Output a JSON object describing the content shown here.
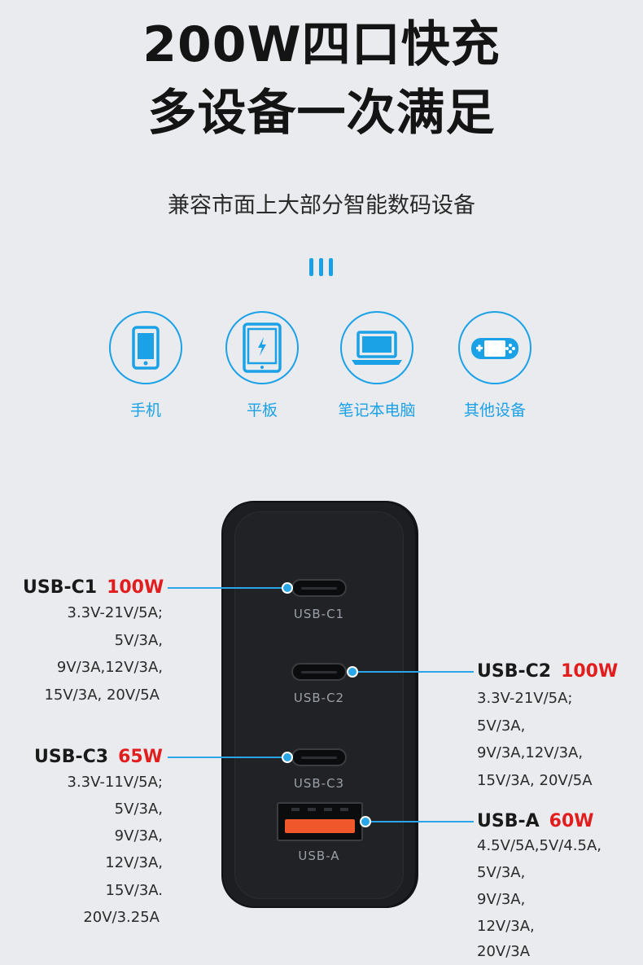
{
  "headline": {
    "line1": "200W四口快充",
    "line2": "多设备一次满足"
  },
  "subtitle": "兼容市面上大部分智能数码设备",
  "accent_color": "#1ba1e6",
  "devices": [
    {
      "label": "手机",
      "icon": "phone-icon"
    },
    {
      "label": "平板",
      "icon": "tablet-icon"
    },
    {
      "label": "笔记本电脑",
      "icon": "laptop-icon"
    },
    {
      "label": "其他设备",
      "icon": "game-console-icon"
    }
  ],
  "charger": {
    "port_labels": [
      "USB-C1",
      "USB-C2",
      "USB-C3",
      "USB-A"
    ]
  },
  "ports": {
    "c1": {
      "name": "USB-C1",
      "watt": "100W",
      "specs": [
        "3.3V-21V/5A;",
        "5V/3A,",
        "9V/3A,12V/3A,",
        "15V/3A, 20V/5A"
      ]
    },
    "c2": {
      "name": "USB-C2",
      "watt": "100W",
      "specs": [
        "3.3V-21V/5A;",
        "5V/3A,",
        "9V/3A,12V/3A,",
        "15V/3A, 20V/5A"
      ]
    },
    "c3": {
      "name": "USB-C3",
      "watt": "65W",
      "specs": [
        "3.3V-11V/5A;",
        "5V/3A,",
        "9V/3A,",
        "12V/3A,",
        "15V/3A.",
        "20V/3.25A"
      ]
    },
    "a": {
      "name": "USB-A",
      "watt": "60W",
      "specs": [
        "4.5V/5A,5V/4.5A,",
        "5V/3A,",
        "9V/3A,",
        "12V/3A,",
        "20V/3A"
      ]
    }
  },
  "watt_color": "#e11d1d"
}
